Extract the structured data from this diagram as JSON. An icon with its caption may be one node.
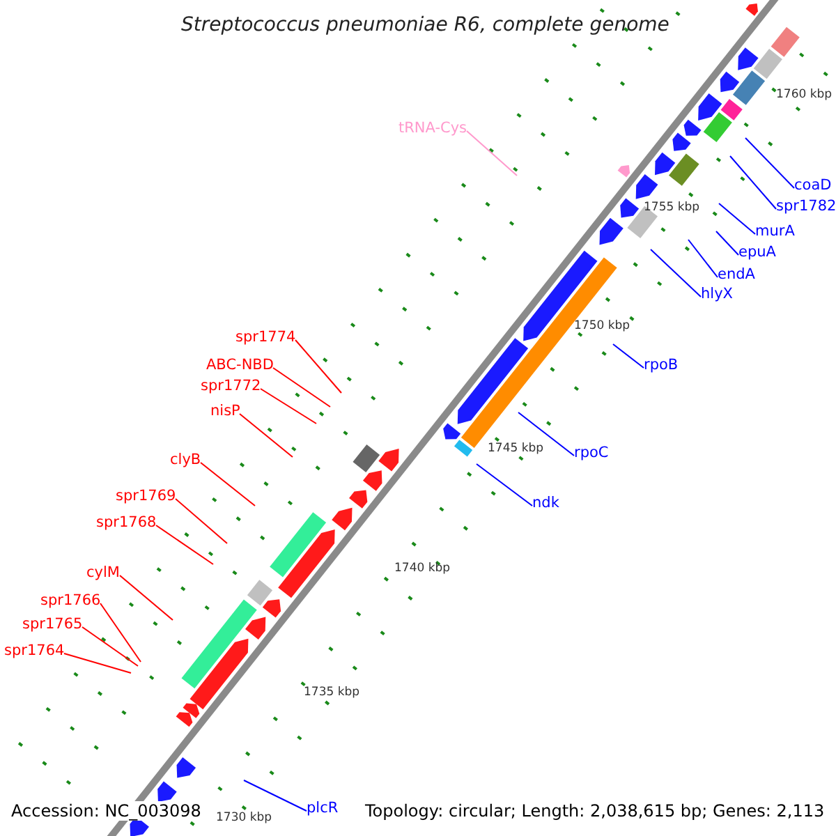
{
  "diagram": {
    "title": "Streptococcus pneumoniae R6, complete genome",
    "nodes": [
      {
        "text": [
          "tRNA-Cys"
        ]
      },
      {
        "text": [
          "coaD"
        ]
      },
      {
        "text": [
          "spr1782"
        ]
      },
      {
        "text": [
          "murA"
        ]
      },
      {
        "text": [
          "epuA"
        ]
      },
      {
        "text": [
          "endA"
        ]
      },
      {
        "text": [
          "hlyX"
        ]
      },
      {
        "text": [
          "spr1774"
        ]
      },
      {
        "text": [
          "rpoB"
        ]
      },
      {
        "text": [
          "ABC-NBD"
        ]
      },
      {
        "text": [
          "spr1772"
        ]
      },
      {
        "text": [
          "nisP"
        ]
      },
      {
        "text": [
          "rpoC"
        ]
      },
      {
        "text": [
          "clyB"
        ]
      },
      {
        "text": [
          "spr1769"
        ]
      },
      {
        "text": [
          "ndk"
        ]
      },
      {
        "text": [
          "spr1768"
        ]
      },
      {
        "text": [
          "cylM"
        ]
      },
      {
        "text": [
          "spr1766"
        ]
      },
      {
        "text": [
          "spr1765"
        ]
      },
      {
        "text": [
          "spr1764"
        ]
      },
      {
        "text": [
          "plcR"
        ]
      }
    ],
    "edges": [
      {
        "from": 0,
        "to": null,
        "arrow": "none",
        "color": "#ff99cc"
      },
      {
        "from": 1,
        "to": null,
        "arrow": "none",
        "color": "#0000ff"
      },
      {
        "from": 2,
        "to": null,
        "arrow": "none",
        "color": "#0000ff"
      },
      {
        "from": 3,
        "to": null,
        "arrow": "none",
        "color": "#0000ff"
      },
      {
        "from": 4,
        "to": null,
        "arrow": "none",
        "color": "#0000ff"
      },
      {
        "from": 5,
        "to": null,
        "arrow": "none",
        "color": "#0000ff"
      },
      {
        "from": 6,
        "to": null,
        "arrow": "none",
        "color": "#0000ff"
      },
      {
        "from": 7,
        "to": null,
        "arrow": "none"
      },
      {
        "from": 8,
        "to": null,
        "arrow": "none",
        "color": "#0000ff"
      },
      {
        "from": 9,
        "to": null,
        "arrow": "none"
      },
      {
        "from": 10,
        "to": null,
        "arrow": "none"
      },
      {
        "from": 11,
        "to": null,
        "arrow": "none"
      },
      {
        "from": 12,
        "to": null,
        "arrow": "none",
        "color": "#0000ff"
      },
      {
        "from": 13,
        "to": null,
        "arrow": "none"
      },
      {
        "from": 14,
        "to": null,
        "arrow": "none"
      },
      {
        "from": 15,
        "to": null,
        "arrow": "none",
        "color": "#0000ff"
      },
      {
        "from": 16,
        "to": null,
        "arrow": "none"
      },
      {
        "from": 17,
        "to": null,
        "arrow": "none"
      },
      {
        "from": 18,
        "to": null,
        "arrow": "none"
      },
      {
        "from": 19,
        "to": null,
        "arrow": "none"
      },
      {
        "from": 20,
        "to": null,
        "arrow": "none"
      },
      {
        "from": 21,
        "to": null,
        "arrow": "none",
        "color": "#0000ff"
      }
    ],
    "labels": [
      "1760 kbp",
      "1755 kbp",
      "1750 kbp",
      "1745 kbp",
      "1740 kbp",
      "1735 kbp",
      "Accession: NC_003098",
      "1730 kbp",
      "Topology: circular; Length: 2,038,615 bp; Genes: 2,113"
    ]
  }
}
